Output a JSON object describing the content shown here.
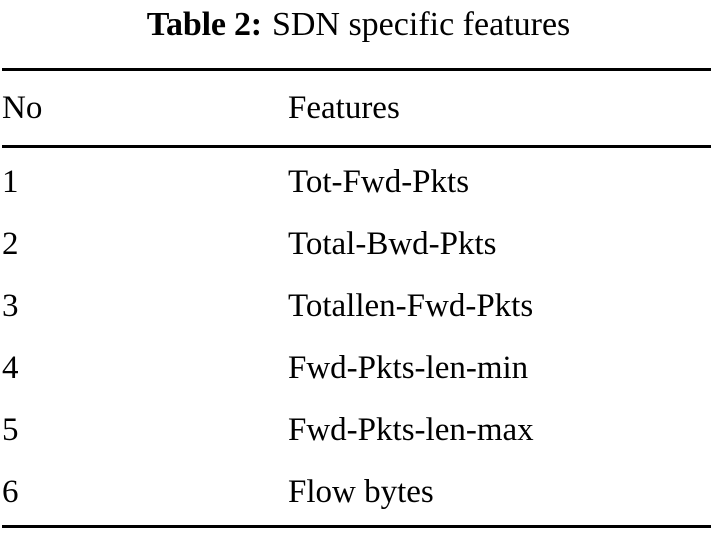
{
  "caption": {
    "label": "Table 2:",
    "text": "SDN specific features"
  },
  "table": {
    "columns": [
      "No",
      "Features"
    ],
    "rows": [
      {
        "no": "1",
        "feature": "Tot-Fwd-Pkts"
      },
      {
        "no": "2",
        "feature": "Total-Bwd-Pkts"
      },
      {
        "no": "3",
        "feature": "Totallen-Fwd-Pkts"
      },
      {
        "no": "4",
        "feature": "Fwd-Pkts-len-min"
      },
      {
        "no": "5",
        "feature": "Fwd-Pkts-len-max"
      },
      {
        "no": "6",
        "feature": "Flow bytes"
      }
    ]
  },
  "colors": {
    "text": "#000000",
    "background": "#ffffff",
    "rule": "#000000"
  }
}
